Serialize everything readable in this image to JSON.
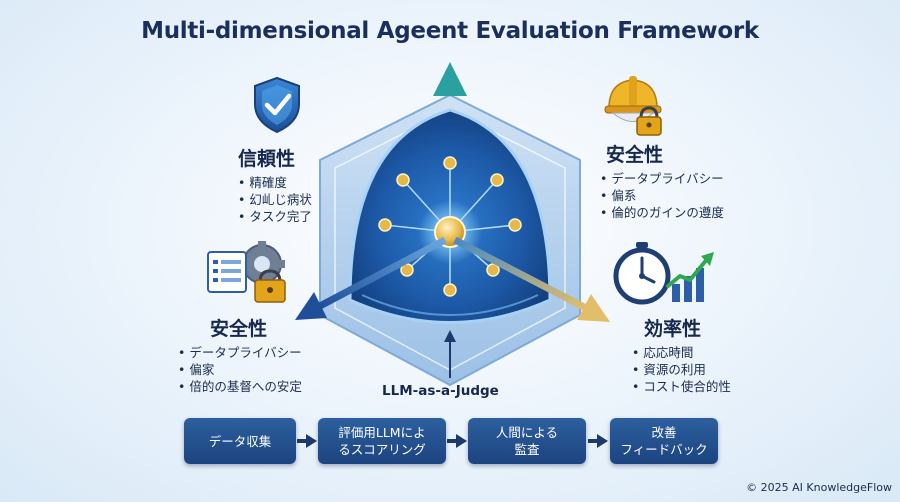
{
  "title": "Multi-dimensional Ageent Evaluation Framework",
  "sections": {
    "reliability": {
      "heading": "信頼性",
      "items": [
        "精確度",
        "幻乢じ病状",
        "タスク完了"
      ]
    },
    "safety_right": {
      "heading": "安全性",
      "items": [
        "データプライバシー",
        "偏系",
        "倫的のガインの遵度"
      ]
    },
    "safety_left": {
      "heading": "安全性",
      "items": [
        "データプライバシー",
        "偏家",
        "倍的の基督への安定"
      ]
    },
    "efficiency": {
      "heading": "効率性",
      "items": [
        "応応時間",
        "資源の利用",
        "コスト使合的性"
      ]
    }
  },
  "center_label": "LLM-as-a-Judge",
  "flow": [
    {
      "line1": "データ収集",
      "line2": ""
    },
    {
      "line1": "評価用LLMによ",
      "line2": "るスコアリング"
    },
    {
      "line1": "人間による",
      "line2": "監査"
    },
    {
      "line1": "改善",
      "line2": "フィードバック"
    }
  ],
  "copyright": "© 2025 AI KnowledgeFlow",
  "colors": {
    "navy": "#1c4480",
    "teal_arrow": "#1f8a8a",
    "gold_arrow": "#d9b25a",
    "blue_arrow": "#2b63b5",
    "node_gold": "#e5b84c"
  },
  "icons": [
    "shield-check-icon",
    "hard-hat-lock-icon",
    "document-gear-lock-icon",
    "stopwatch-chart-icon"
  ]
}
